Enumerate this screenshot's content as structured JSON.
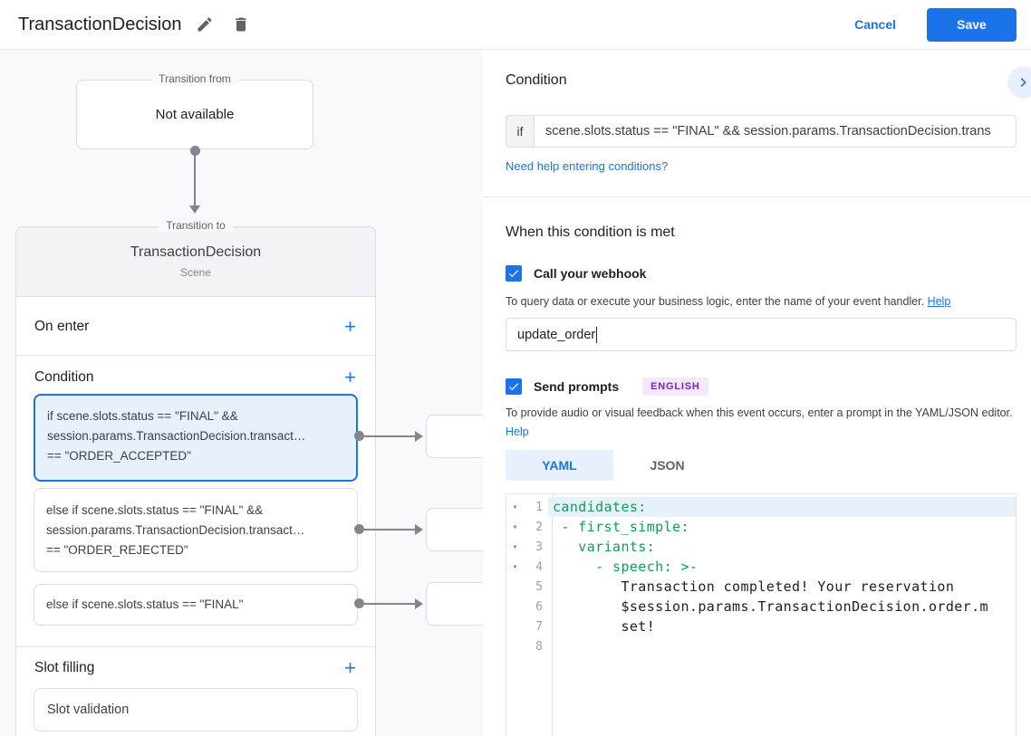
{
  "header": {
    "title": "TransactionDecision",
    "cancel_label": "Cancel",
    "save_label": "Save"
  },
  "icons": {
    "add": "+",
    "fold": "▾"
  },
  "canvas": {
    "transition_from": {
      "label": "Transition from",
      "value": "Not available"
    },
    "transition_to": {
      "label": "Transition to",
      "title": "TransactionDecision",
      "subtitle": "Scene"
    },
    "on_enter_label": "On enter",
    "condition_label": "Condition",
    "slot_filling_label": "Slot filling",
    "slot_item_label": "Slot validation",
    "conditions": [
      {
        "selected": true,
        "lines": [
          "if scene.slots.status == \"FINAL\" &&",
          "session.params.TransactionDecision.transact…",
          "== \"ORDER_ACCEPTED\""
        ]
      },
      {
        "selected": false,
        "lines": [
          "else if scene.slots.status == \"FINAL\" &&",
          "session.params.TransactionDecision.transact…",
          "== \"ORDER_REJECTED\""
        ]
      },
      {
        "selected": false,
        "lines": [
          "else if scene.slots.status == \"FINAL\""
        ]
      }
    ]
  },
  "panel": {
    "title": "Condition",
    "if_label": "if",
    "if_value": "scene.slots.status == \"FINAL\" && session.params.TransactionDecision.trans",
    "conditions_help_link": "Need help entering conditions?",
    "met_heading": "When this condition is met",
    "webhook": {
      "label": "Call your webhook",
      "checked": true,
      "helper": "To query data or execute your business logic, enter the name of your event handler.",
      "help_label": "Help",
      "value": "update_order"
    },
    "prompts": {
      "label": "Send prompts",
      "checked": true,
      "badge": "ENGLISH",
      "helper": "To provide audio or visual feedback when this event occurs, enter a prompt in the YAML/JSON editor.",
      "help_label": "Help"
    },
    "tabs": {
      "yaml": "YAML",
      "json": "JSON",
      "active": "YAML"
    },
    "editor": {
      "lines": [
        {
          "num": "1",
          "text": "candidates:"
        },
        {
          "num": "2",
          "text": " - first_simple:"
        },
        {
          "num": "3",
          "text": "   variants:"
        },
        {
          "num": "4",
          "text": "     - speech: >-"
        },
        {
          "num": "5",
          "text": "        Transaction completed! Your reservation"
        },
        {
          "num": "6",
          "text": "        $session.params.TransactionDecision.order.m"
        },
        {
          "num": "7",
          "text": "        set!"
        },
        {
          "num": "8",
          "text": ""
        }
      ]
    }
  },
  "colors": {
    "accent": "#1a73e8",
    "selected_bg": "#e8f0fe",
    "yaml_key": "#0f9d58",
    "badge_bg": "#f3e8fd",
    "badge_text": "#7627bb",
    "canvas_bg": "#f8f9fa"
  }
}
